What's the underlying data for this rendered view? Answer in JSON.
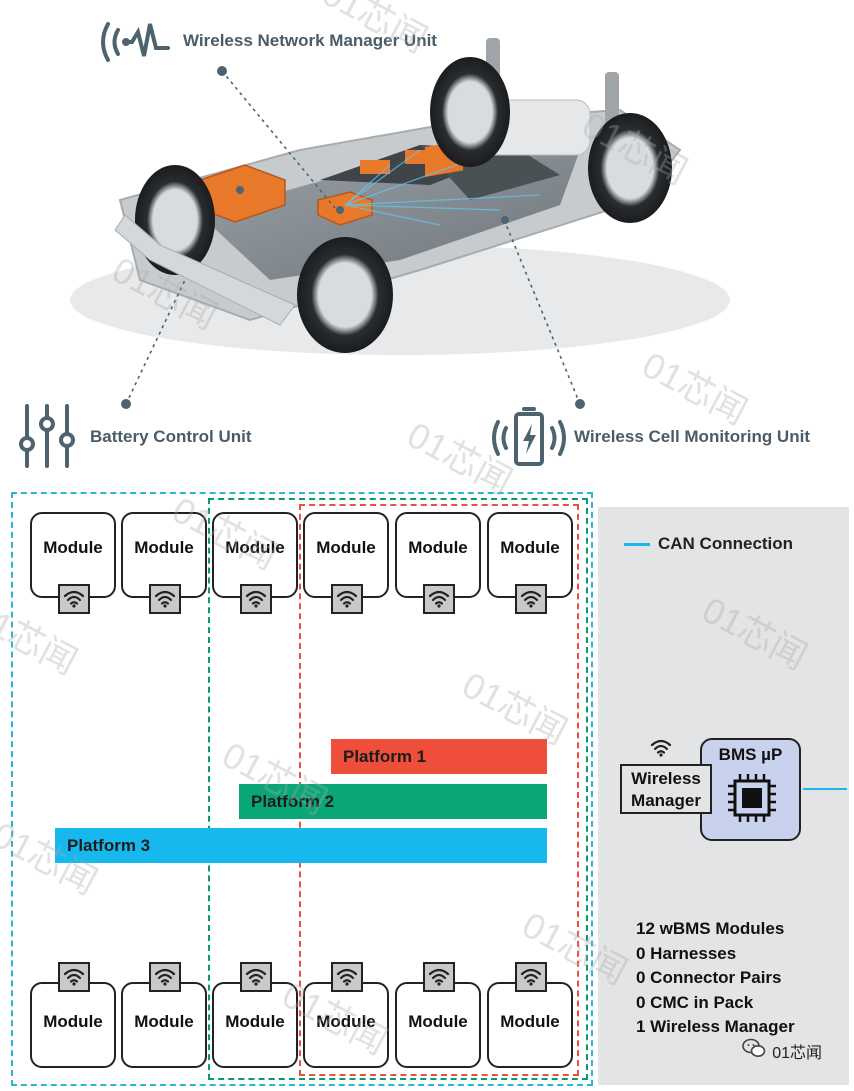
{
  "callouts": {
    "network_manager": "Wireless Network Manager Unit",
    "battery_control": "Battery Control Unit",
    "cell_monitoring": "Wireless Cell Monitoring Unit"
  },
  "modules": {
    "top": [
      "Module",
      "Module",
      "Module",
      "Module",
      "Module",
      "Module"
    ],
    "bottom": [
      "Module",
      "Module",
      "Module",
      "Module",
      "Module",
      "Module"
    ]
  },
  "platforms": [
    {
      "label": "Platform 1",
      "color": "#ef4e3b"
    },
    {
      "label": "Platform 2",
      "color": "#0aa776"
    },
    {
      "label": "Platform 3",
      "color": "#16b8ee"
    }
  ],
  "panel": {
    "legend": "CAN Connection",
    "legend_color": "#16b8ee",
    "bms_label": "BMS µP",
    "wireless_manager": [
      "Wireless",
      "Manager"
    ],
    "stats": [
      "12 wBMS Modules",
      "0 Harnesses",
      "0 Connector Pairs",
      "0 CMC in Pack",
      "1 Wireless Manager"
    ]
  },
  "watermark": "01芯闻",
  "colors": {
    "zone_blue": "#29b6d9",
    "zone_green": "#0a9a6d",
    "zone_red": "#e8503f",
    "accent_orange": "#e8782a",
    "icon_slate": "#4d6470"
  }
}
